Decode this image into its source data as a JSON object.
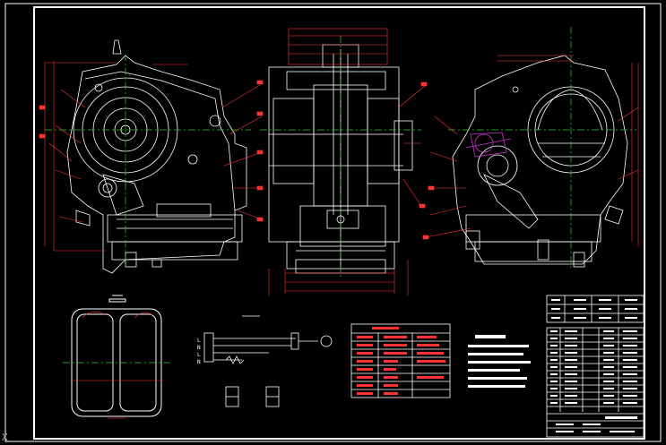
{
  "drawing": {
    "background": "#000000",
    "line_colors": {
      "outline": "#ffffff",
      "dimension": "#ff3333",
      "centerline": "#33cc33",
      "section": "#cc33cc",
      "table_text": "#ff3333"
    }
  },
  "params_table": {
    "rows": [
      {
        "label": "",
        "value": ""
      },
      {
        "label": "",
        "value": ""
      },
      {
        "label": "",
        "value": ""
      },
      {
        "label": "",
        "value": ""
      },
      {
        "label": "",
        "value": ""
      },
      {
        "label": "",
        "value": ""
      },
      {
        "label": "",
        "value": ""
      },
      {
        "label": "",
        "value": ""
      }
    ]
  },
  "wiring": {
    "labels": [
      "L",
      "N",
      "L",
      "N"
    ]
  },
  "corner_mark": "X"
}
